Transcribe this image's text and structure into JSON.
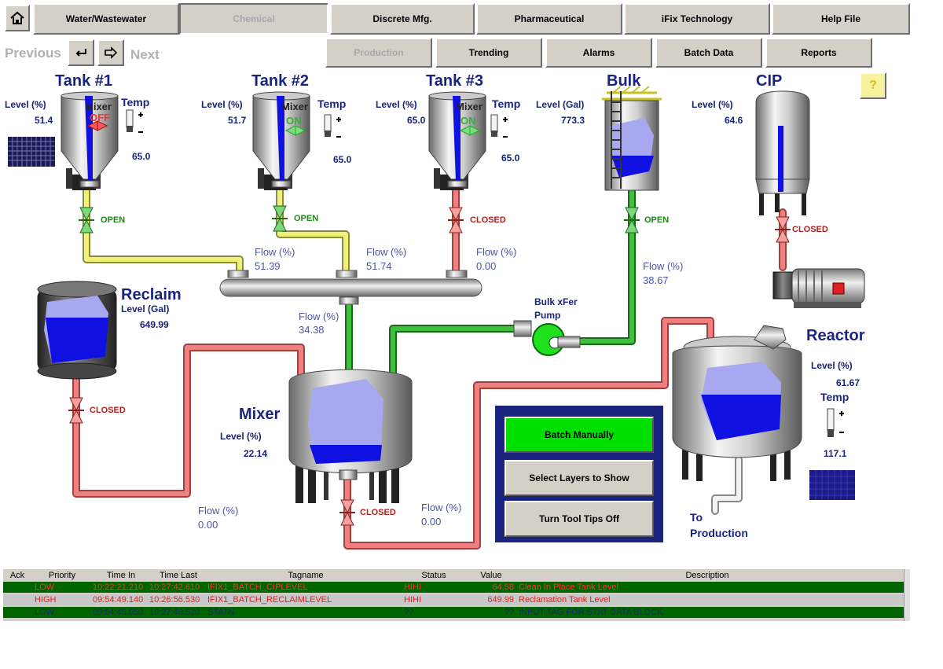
{
  "topnav": {
    "items": [
      {
        "label": "Water/Wastewater",
        "state": "normal"
      },
      {
        "label": "Chemical",
        "state": "selected"
      },
      {
        "label": "Discrete Mfg.",
        "state": "normal"
      },
      {
        "label": "Pharmaceutical",
        "state": "normal"
      },
      {
        "label": "iFix Technology",
        "state": "normal"
      },
      {
        "label": "Help File",
        "state": "normal"
      }
    ]
  },
  "subnav": {
    "previous": "Previous",
    "next": "Next",
    "items": [
      {
        "label": "Production",
        "state": "disabled"
      },
      {
        "label": "Trending",
        "state": "normal"
      },
      {
        "label": "Alarms",
        "state": "normal"
      },
      {
        "label": "Batch Data",
        "state": "normal"
      },
      {
        "label": "Reports",
        "state": "normal"
      }
    ]
  },
  "help_button": "?",
  "common": {
    "level_pct": "Level (%)",
    "level_gal": "Level (Gal)",
    "temp": "Temp",
    "flow_pct": "Flow (%)",
    "mixer": "Mixer",
    "open": "OPEN",
    "closed": "CLOSED"
  },
  "tanks": {
    "tank1": {
      "title": "Tank #1",
      "level": "51.4",
      "mixer_state": "OFF",
      "temp": "65.0",
      "valve": "OPEN"
    },
    "tank2": {
      "title": "Tank #2",
      "level": "51.7",
      "mixer_state": "ON",
      "temp": "65.0",
      "valve": "OPEN"
    },
    "tank3": {
      "title": "Tank #3",
      "level": "65.0",
      "mixer_state": "ON",
      "temp": "65.0",
      "valve": "CLOSED"
    },
    "bulk": {
      "title": "Bulk",
      "level": "773.3",
      "valve": "OPEN"
    },
    "cip": {
      "title": "CIP",
      "level": "64.6",
      "valve": "CLOSED"
    },
    "reclaim": {
      "title": "Reclaim",
      "level": "649.99",
      "valve": "CLOSED"
    },
    "mixer": {
      "title": "Mixer",
      "level": "22.14",
      "valve": "CLOSED"
    },
    "reactor": {
      "title": "Reactor",
      "level": "61.67",
      "temp": "117.1",
      "to_production": "To\nProduction"
    }
  },
  "flows": {
    "f1": "51.39",
    "f2": "51.74",
    "f3": "0.00",
    "bulk": "38.67",
    "header": "34.38",
    "reclaim": "0.00",
    "mixer_out": "0.00"
  },
  "pump": {
    "label": "Bulk xFer\nPump"
  },
  "actions": {
    "batch_manually": "Batch Manually",
    "select_layers": "Select Layers to Show",
    "tooltips_off": "Turn Tool Tips Off"
  },
  "alarm_table": {
    "headers": [
      "Ack",
      "Priority",
      "Time In",
      "Time Last",
      "Tagname",
      "Status",
      "Value",
      "Description"
    ],
    "rows": [
      {
        "ack": "",
        "priority": "LOW",
        "time_in": "10:22:21.210",
        "time_last": "10:27:42.610",
        "tagname": "IFIX1_BATCH_CIPLEVEL",
        "status": "HIHI",
        "value": "64.58",
        "description": "Clean In Place Tank Level"
      },
      {
        "ack": "",
        "priority": "HIGH",
        "time_in": "09:54:49.140",
        "time_last": "10:26:56.530",
        "tagname": "IFIX1_BATCH_RECLAIMLEVEL",
        "status": "HIHI",
        "value": "649.99",
        "description": "Reclamation Tank Level"
      },
      {
        "ack": "",
        "priority": "LOW",
        "time_in": "09:54:45.050",
        "time_last": "10:27:46.520",
        "tagname": "STATN",
        "status": "??",
        "value": "??",
        "description": "INPUT TAG FOR STAT DATA BLOCK"
      }
    ]
  },
  "colors": {
    "pipe_yellow": "#f2f076",
    "pipe_red": "#f08080",
    "pipe_green": "#3fc03f",
    "liquid_blue": "#1010e0",
    "liquid_light": "#a8a8f0",
    "batch_green": "#00e000",
    "panel_navy": "#1a237e",
    "alarm_green": "#006400",
    "alarm_red": "#ff4040"
  }
}
